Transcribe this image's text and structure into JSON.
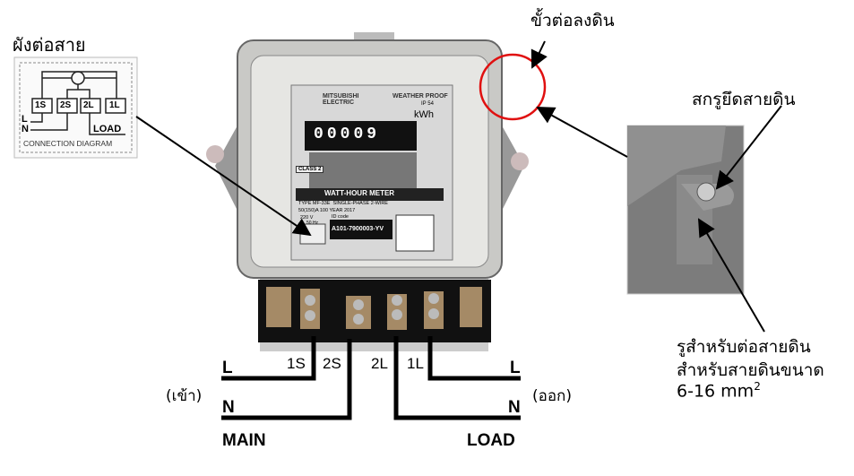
{
  "labels": {
    "wiring_diagram_title": "ผังต่อสาย",
    "ground_terminal": "ขั้วต่อลงดิน",
    "ground_screw": "สกรูยึดสายดิน",
    "ground_hole_line1": "รูสำหรับต่อสายดิน",
    "ground_hole_line2": "สำหรับสายดินขนาด",
    "ground_hole_line3": "6-16 mm",
    "ground_hole_sup": "2",
    "input": "(เข้า)",
    "output": "(ออก)"
  },
  "wiring": {
    "main": "MAIN",
    "load": "LOAD",
    "l_left": "L",
    "n_left": "N",
    "l_right": "L",
    "n_right": "N",
    "terminals": [
      "1S",
      "2S",
      "2L",
      "1L"
    ]
  },
  "connection_diagram": {
    "terminals": [
      "1S",
      "2S",
      "2L",
      "1L"
    ],
    "l": "L",
    "n": "N",
    "load": "LOAD",
    "caption": "CONNECTION DIAGRAM"
  },
  "meter": {
    "brand": "MITSUBISHI ELECTRIC",
    "weather": "WEATHER PROOF",
    "ip": "IP 54",
    "unit": "kWh",
    "reading": [
      "0",
      "0",
      "0",
      "0",
      "9"
    ],
    "class": "CLASS 2",
    "title": "WATT-HOUR METER",
    "type_label": "TYPE",
    "type": "MF-33E",
    "phase": "SINGLE-PHASE 2-WIRE",
    "current": "50(150)A",
    "voltage": "220 V",
    "freq": "50 Hz",
    "rev": "100",
    "year_label": "YEAR",
    "year": "2017",
    "id_label": "ID code",
    "id": "A101-7900003-YV"
  },
  "colors": {
    "highlight": "#e01010",
    "wire": "#000000"
  }
}
